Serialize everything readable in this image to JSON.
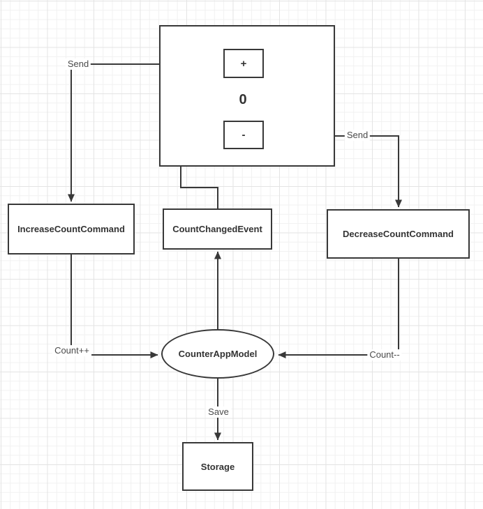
{
  "canvas": {
    "background_color": "#ffffff",
    "grid_minor_color": "#f1f1f1",
    "grid_major_color": "#e4e4e4",
    "stroke_color": "#383838"
  },
  "counter_view": {
    "plus_label": "+",
    "display_value": "0",
    "minus_label": "-"
  },
  "nodes": {
    "increase_command": "IncreaseCountCommand",
    "count_changed_event": "CountChangedEvent",
    "decrease_command": "DecreaseCountCommand",
    "model": "CounterAppModel",
    "storage": "Storage"
  },
  "edge_labels": {
    "send_left": "Send",
    "send_right": "Send",
    "count_increment": "Count++",
    "count_decrement": "Count--",
    "save": "Save"
  }
}
